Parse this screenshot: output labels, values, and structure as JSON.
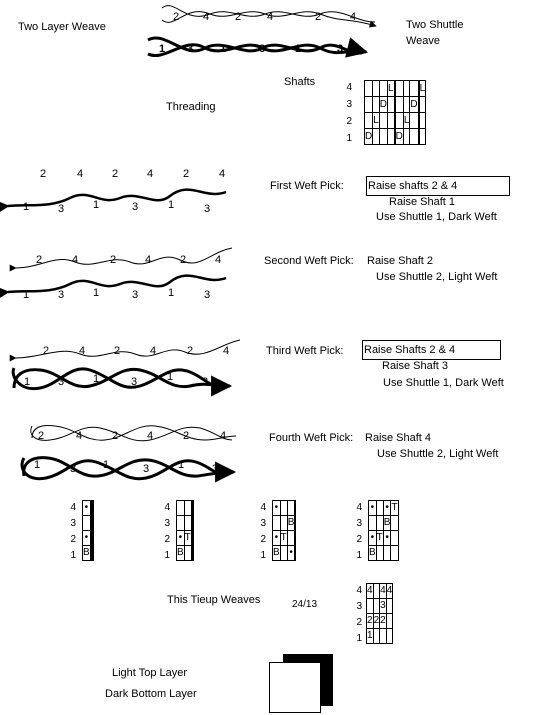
{
  "title_left": "Two Layer Weave",
  "title_right_1": "Two Shuttle",
  "title_right_2": "Weave",
  "shafts_label": "Shafts",
  "threading_label": "Threading",
  "threading": {
    "rows": [
      "4",
      "3",
      "2",
      "1"
    ],
    "cells": [
      [
        "",
        "",
        "",
        "L",
        "",
        "",
        "",
        "",
        "",
        "L"
      ],
      [
        "",
        "",
        "D",
        "",
        "",
        "",
        "",
        "D",
        "",
        ""
      ],
      [
        "",
        "L",
        "",
        "",
        "",
        "",
        "L",
        "",
        "",
        ""
      ],
      [
        "D",
        "",
        "",
        "",
        "",
        "D",
        "",
        "",
        "",
        ""
      ]
    ]
  },
  "top_diagram": {
    "upper": [
      "2",
      "4",
      "2",
      "4",
      "2",
      "4"
    ],
    "lower": [
      "1",
      "3",
      "1",
      "3",
      "1",
      "3"
    ]
  },
  "pick1": {
    "label": "First Weft Pick:",
    "line1": "Raise shafts 2 & 4",
    "line2": "Raise Shaft 1",
    "line3": "Use Shuttle 1, Dark Weft",
    "upper": [
      "2",
      "4",
      "2",
      "4",
      "2",
      "4"
    ],
    "lower": [
      "1",
      "3",
      "1",
      "3",
      "1",
      "3"
    ]
  },
  "pick2": {
    "label": "Second Weft Pick:",
    "line1": "Raise Shaft 2",
    "line2": "Use Shuttle 2, Light Weft",
    "upper": [
      "2",
      "4",
      "2",
      "4",
      "2",
      "4"
    ],
    "lower": [
      "1",
      "3",
      "1",
      "3",
      "1",
      "3"
    ]
  },
  "pick3": {
    "label": "Third Weft Pick:",
    "line1": "Raise Shafts 2 & 4",
    "line2": "Raise Shaft 3",
    "line3": "Use Shuttle 1, Dark Weft",
    "upper": [
      "2",
      "4",
      "2",
      "4",
      "2",
      "4"
    ],
    "lower": [
      "1",
      "3",
      "1",
      "3",
      "1",
      "3"
    ]
  },
  "pick4": {
    "label": "Fourth Weft Pick:",
    "line1": "Raise Shaft 4",
    "line2": "Use Shuttle 2, Light Weft",
    "upper": [
      "2",
      "4",
      "2",
      "4",
      "2",
      "4"
    ],
    "lower": [
      "1",
      "3",
      "1",
      "3",
      "1",
      "3"
    ]
  },
  "tieups": [
    {
      "rows": [
        "4",
        "3",
        "2",
        "1"
      ],
      "cells": [
        [
          "•",
          "",
          "",
          ""
        ],
        [
          "",
          "",
          "",
          ""
        ],
        [
          "•",
          "",
          "",
          ""
        ],
        [
          "B",
          "",
          "",
          ""
        ]
      ]
    },
    {
      "rows": [
        "4",
        "3",
        "2",
        "1"
      ],
      "cells": [
        [
          "",
          "",
          "",
          ""
        ],
        [
          "",
          "",
          "",
          ""
        ],
        [
          "•",
          "T",
          "",
          ""
        ],
        [
          "B",
          "",
          "",
          ""
        ]
      ]
    },
    {
      "rows": [
        "4",
        "3",
        "2",
        "1"
      ],
      "cells": [
        [
          "•",
          "",
          "",
          ""
        ],
        [
          "",
          "",
          "B",
          ""
        ],
        [
          "•",
          "T",
          "",
          ""
        ],
        [
          "B",
          "",
          "•",
          ""
        ]
      ]
    },
    {
      "rows": [
        "4",
        "3",
        "2",
        "1"
      ],
      "cells": [
        [
          "•",
          "",
          "•",
          "T"
        ],
        [
          "",
          "",
          "B",
          ""
        ],
        [
          "•",
          "T",
          "•",
          ""
        ],
        [
          "B",
          "",
          "",
          ""
        ]
      ]
    }
  ],
  "tieup_label": "This Tieup Weaves",
  "tieup_ratio": "24/13",
  "final_tieup": {
    "rows": [
      "4",
      "3",
      "2",
      "1"
    ],
    "cells": [
      [
        "4",
        "",
        "4",
        "4"
      ],
      [
        "",
        "",
        "3",
        ""
      ],
      [
        "2",
        "2",
        "2",
        ""
      ],
      [
        "1",
        "",
        "",
        ""
      ]
    ]
  },
  "legend_light": "Light Top Layer",
  "legend_dark": "Dark Bottom Layer"
}
